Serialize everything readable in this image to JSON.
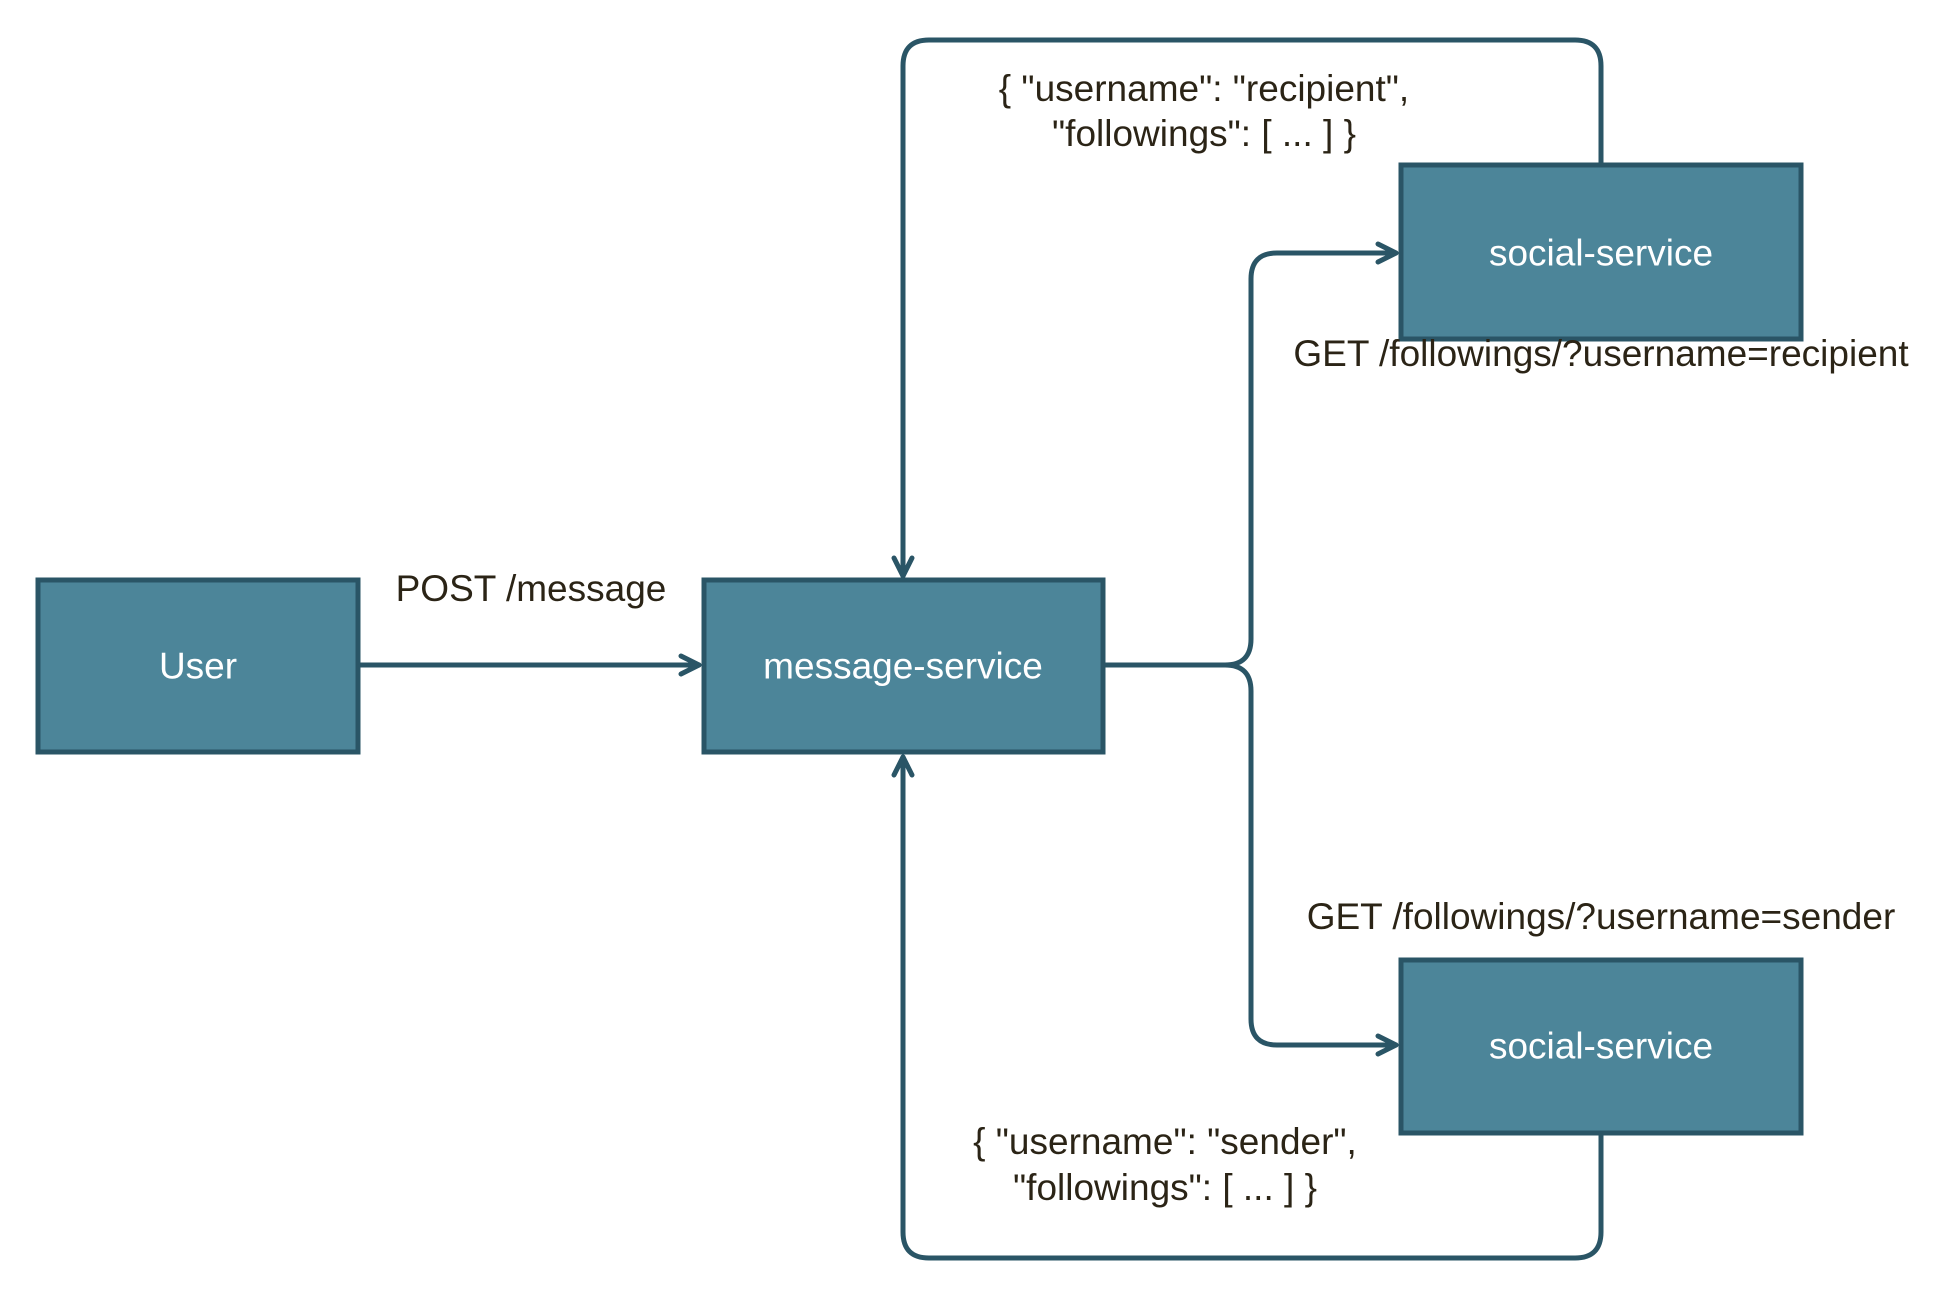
{
  "colors": {
    "node_fill": "#4c8599",
    "node_border": "#2a5566",
    "edge": "#2a5566",
    "label_text": "#2b2416",
    "node_text": "#ffffff",
    "background": "#ffffff"
  },
  "nodes": {
    "user": "User",
    "message_service": "message-service",
    "social_service_top": "social-service",
    "social_service_bottom": "social-service"
  },
  "edges": {
    "post_message": "POST /message",
    "get_recipient": "GET /followings/?username=recipient",
    "get_sender": "GET /followings/?username=sender",
    "response_recipient": {
      "line1": "{ \"username\": \"recipient\",",
      "line2": "\"followings\": [ ... ] }"
    },
    "response_sender": {
      "line1": "{ \"username\": \"sender\",",
      "line2": "\"followings\": [ ... ] }"
    }
  }
}
